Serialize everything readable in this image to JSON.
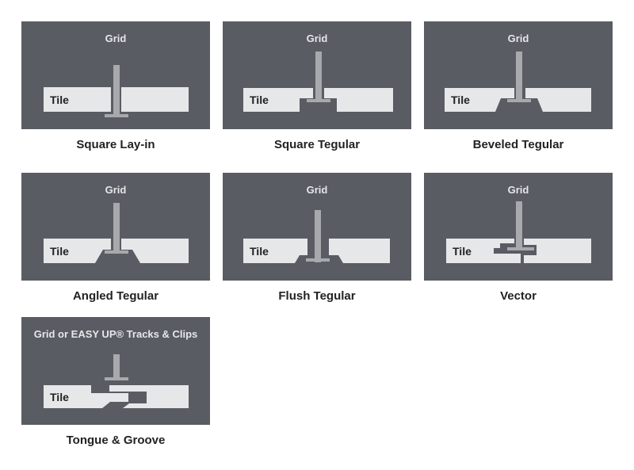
{
  "colors": {
    "panel": "#595c63",
    "tile": "#e6e7e9",
    "grid": "#a7a9ac"
  },
  "panels": [
    {
      "grid_label": "Grid",
      "tile_label": "Tile",
      "caption": "Square Lay-in"
    },
    {
      "grid_label": "Grid",
      "tile_label": "Tile",
      "caption": "Square Tegular"
    },
    {
      "grid_label": "Grid",
      "tile_label": "Tile",
      "caption": "Beveled Tegular"
    },
    {
      "grid_label": "Grid",
      "tile_label": "Tile",
      "caption": "Angled Tegular"
    },
    {
      "grid_label": "Grid",
      "tile_label": "Tile",
      "caption": "Flush Tegular"
    },
    {
      "grid_label": "Grid",
      "tile_label": "Tile",
      "caption": "Vector"
    },
    {
      "grid_label": "Grid or EASY UP® Tracks & Clips",
      "tile_label": "Tile",
      "caption": "Tongue & Groove"
    }
  ]
}
